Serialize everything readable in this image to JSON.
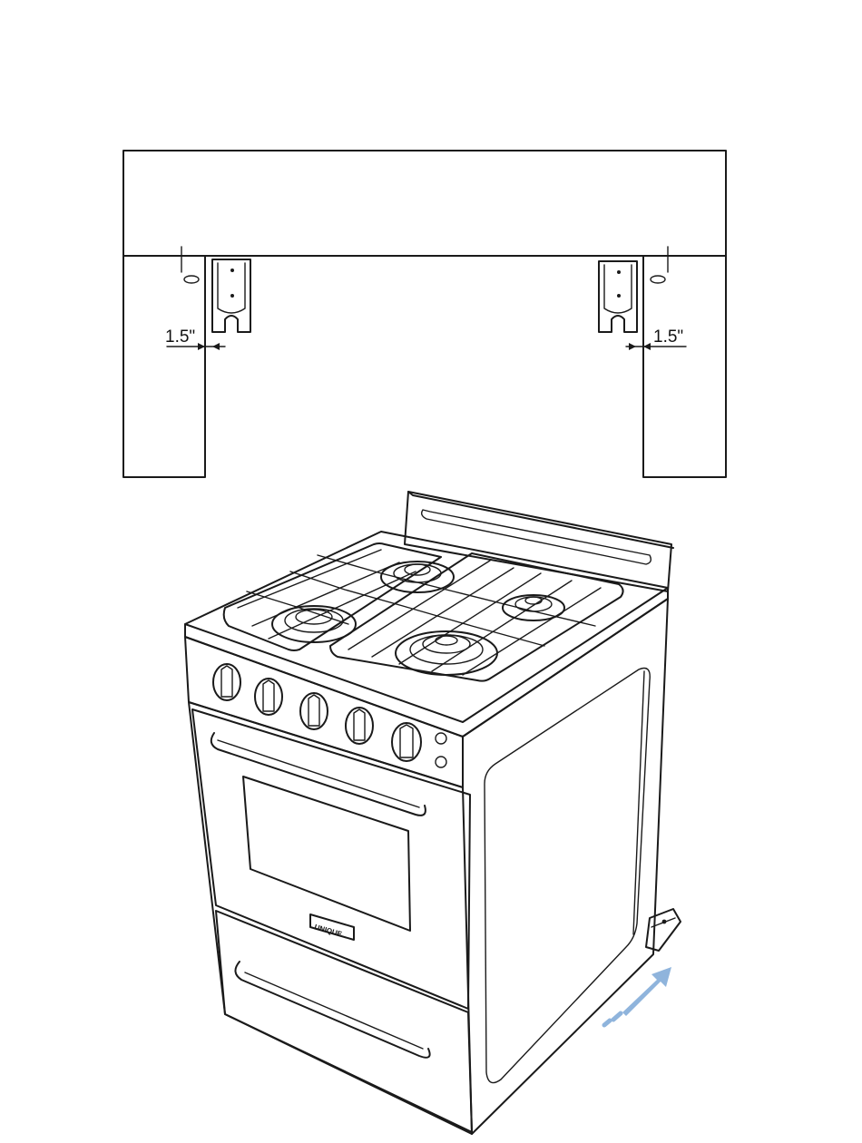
{
  "top_view": {
    "clearance_left": "1.5\"",
    "clearance_right": "1.5\""
  },
  "range": {
    "brand_plate": "UNIQUE"
  },
  "colors": {
    "line": "#1a1a1a",
    "arrow": "#8fb4dc",
    "background": "#ffffff"
  }
}
